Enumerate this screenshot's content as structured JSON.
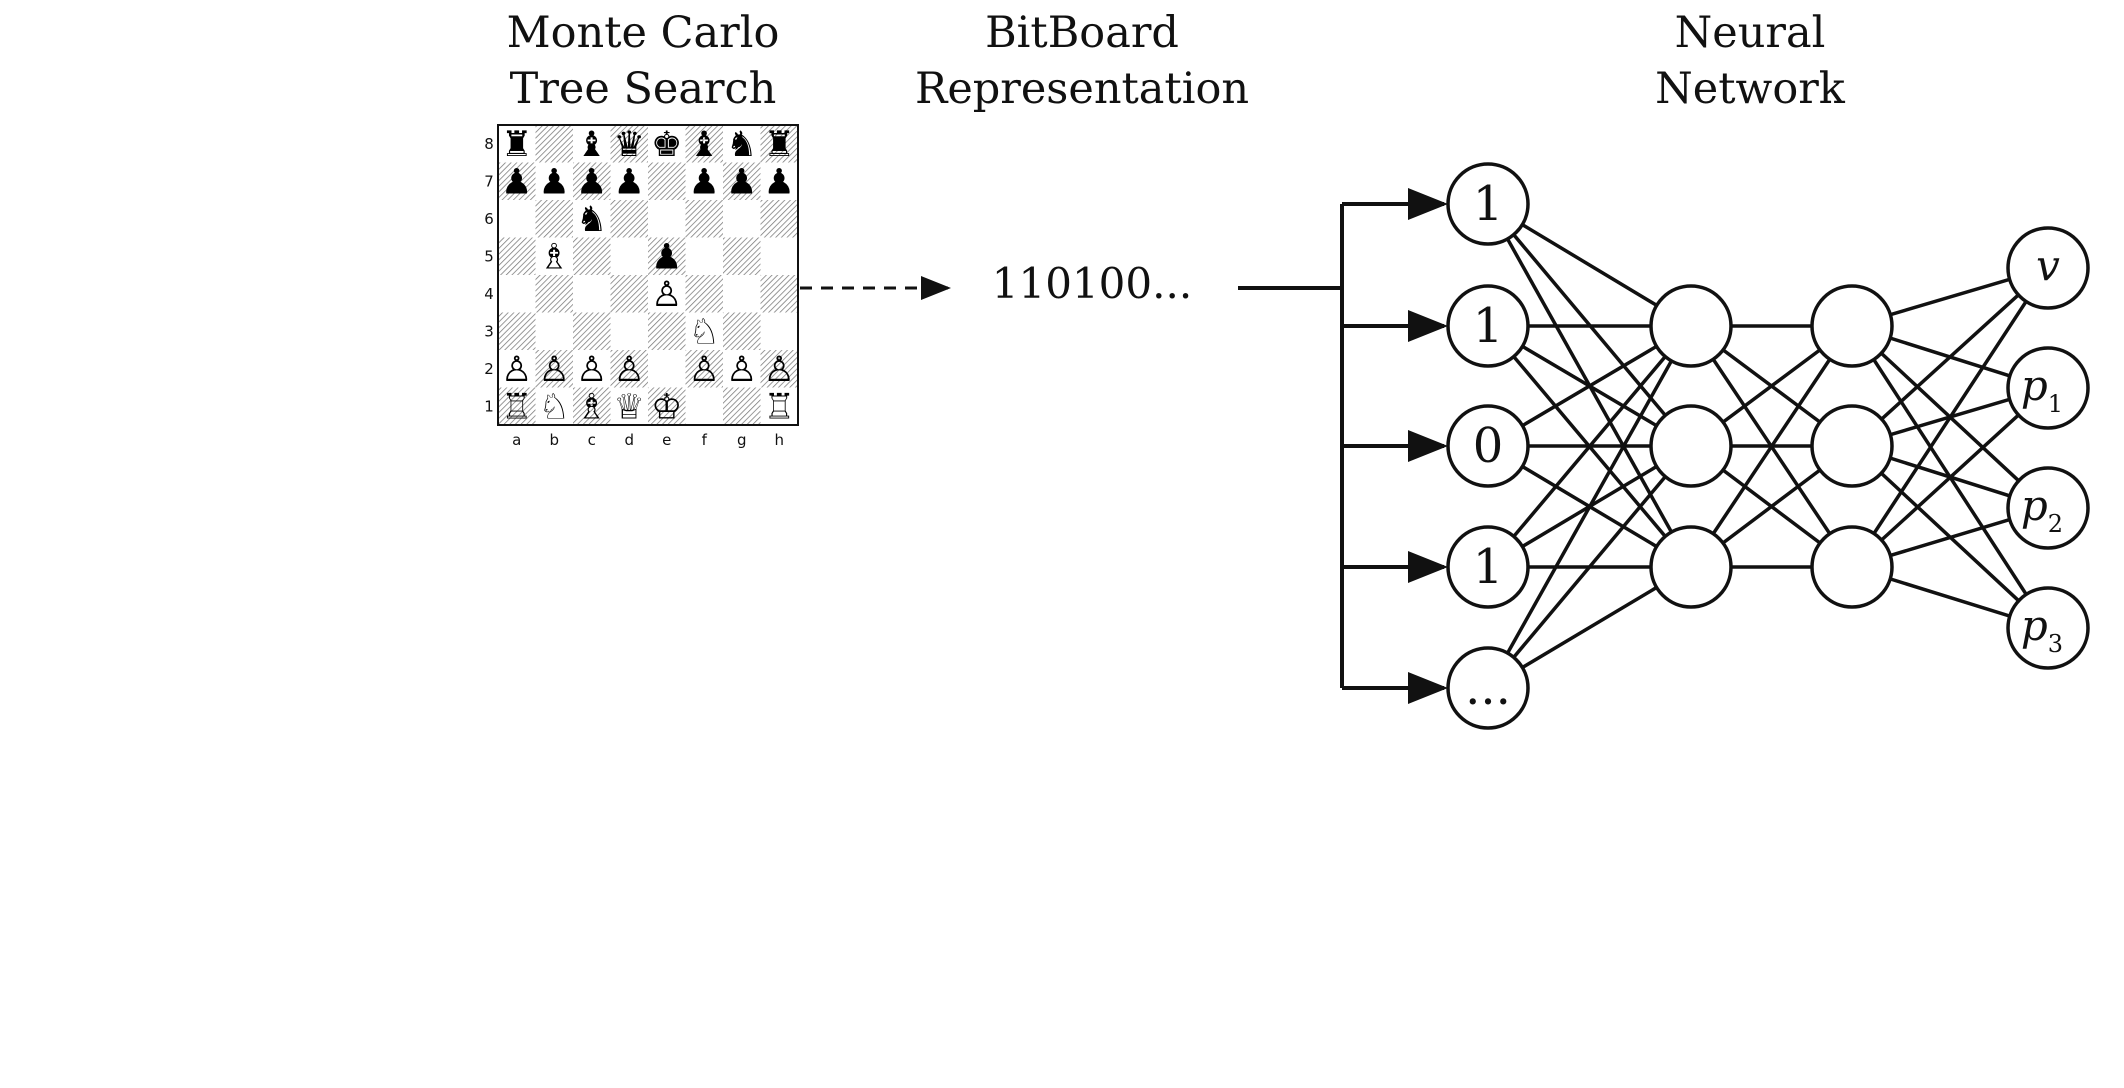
{
  "sections": {
    "mcts": {
      "line1": "Monte Carlo",
      "line2": "Tree Search"
    },
    "bitboard": {
      "line1": "BitBoard",
      "line2": "Representation",
      "bits": "110100..."
    },
    "nn": {
      "line1": "Neural",
      "line2": "Network"
    }
  },
  "chessboard": {
    "files": [
      "a",
      "b",
      "c",
      "d",
      "e",
      "f",
      "g",
      "h"
    ],
    "ranks": [
      "8",
      "7",
      "6",
      "5",
      "4",
      "3",
      "2",
      "1"
    ],
    "position": [
      [
        "♜",
        "",
        "♝",
        "♛",
        "♚",
        "♝",
        "♞",
        "♜"
      ],
      [
        "♟",
        "♟",
        "♟",
        "♟",
        "",
        "♟",
        "♟",
        "♟"
      ],
      [
        "",
        "",
        "♞",
        "",
        "",
        "",
        "",
        ""
      ],
      [
        "",
        "♗",
        "",
        "",
        "♟",
        "",
        "",
        ""
      ],
      [
        "",
        "",
        "",
        "",
        "♙",
        "",
        "",
        ""
      ],
      [
        "",
        "",
        "",
        "",
        "",
        "♘",
        "",
        ""
      ],
      [
        "♙",
        "♙",
        "♙",
        "♙",
        "",
        "♙",
        "♙",
        "♙"
      ],
      [
        "♖",
        "♘",
        "♗",
        "♕",
        "♔",
        "",
        "",
        "♖"
      ]
    ]
  },
  "network": {
    "inputs": [
      "1",
      "1",
      "0",
      "1",
      "..."
    ],
    "hidden_layers": [
      3,
      3
    ],
    "outputs": [
      {
        "main": "v",
        "sub": ""
      },
      {
        "main": "p",
        "sub": "1"
      },
      {
        "main": "p",
        "sub": "2"
      },
      {
        "main": "p",
        "sub": "3"
      }
    ]
  }
}
